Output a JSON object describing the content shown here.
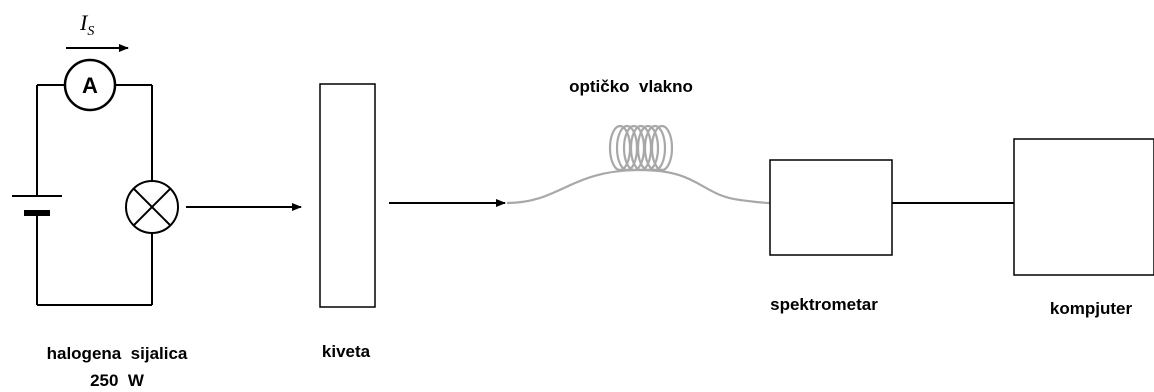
{
  "labels": {
    "current_symbol": "I",
    "current_subscript": "S",
    "ammeter": "A",
    "lamp_line1": "halogena  sijalica",
    "lamp_line2": "250  W",
    "cuvette": "kiveta",
    "fiber": "optičko  vlakno",
    "spectrometer": "spektrometar",
    "computer": "kompjuter"
  },
  "colors": {
    "line": "#000000",
    "fiber": "#a8a8a8"
  }
}
